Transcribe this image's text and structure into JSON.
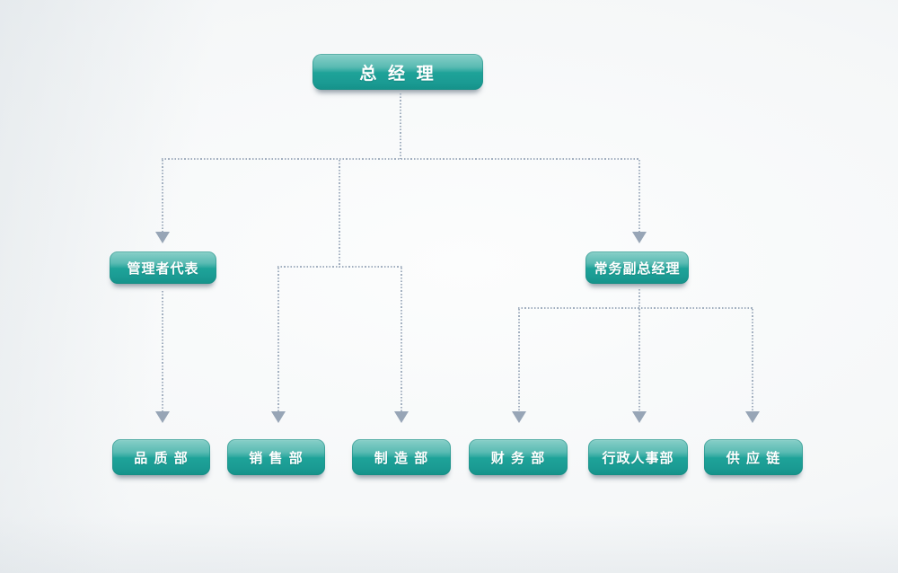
{
  "diagram": {
    "type": "org-chart",
    "nodes": {
      "general_manager": {
        "label": "总 经 理",
        "level": 1
      },
      "management_representative": {
        "label": "管理者代表",
        "level": 2
      },
      "deputy_general_manager": {
        "label": "常务副总经理",
        "level": 2
      },
      "quality_dept": {
        "label": "品 质 部",
        "level": 3
      },
      "sales_dept": {
        "label": "销 售 部",
        "level": 3
      },
      "manufacturing_dept": {
        "label": "制 造 部",
        "level": 3
      },
      "finance_dept": {
        "label": "财 务 部",
        "level": 3
      },
      "admin_hr_dept": {
        "label": "行政人事部",
        "level": 3
      },
      "supply_chain": {
        "label": "供 应 链",
        "level": 3
      }
    },
    "edges": [
      {
        "from": "general_manager",
        "to": "management_representative"
      },
      {
        "from": "general_manager",
        "to": "deputy_general_manager"
      },
      {
        "from": "general_manager",
        "to": "sales_dept"
      },
      {
        "from": "general_manager",
        "to": "manufacturing_dept"
      },
      {
        "from": "management_representative",
        "to": "quality_dept"
      },
      {
        "from": "deputy_general_manager",
        "to": "finance_dept"
      },
      {
        "from": "deputy_general_manager",
        "to": "admin_hr_dept"
      },
      {
        "from": "deputy_general_manager",
        "to": "supply_chain"
      }
    ],
    "colors": {
      "node_fill": "#1ea399",
      "node_fill_light": "#8ad0c9",
      "node_fill_dark": "#15928a",
      "node_text": "#ffffff",
      "connector_dots": "#a3b0c0",
      "arrowhead": "#97a5b6",
      "background": "#f2f5f7"
    }
  }
}
